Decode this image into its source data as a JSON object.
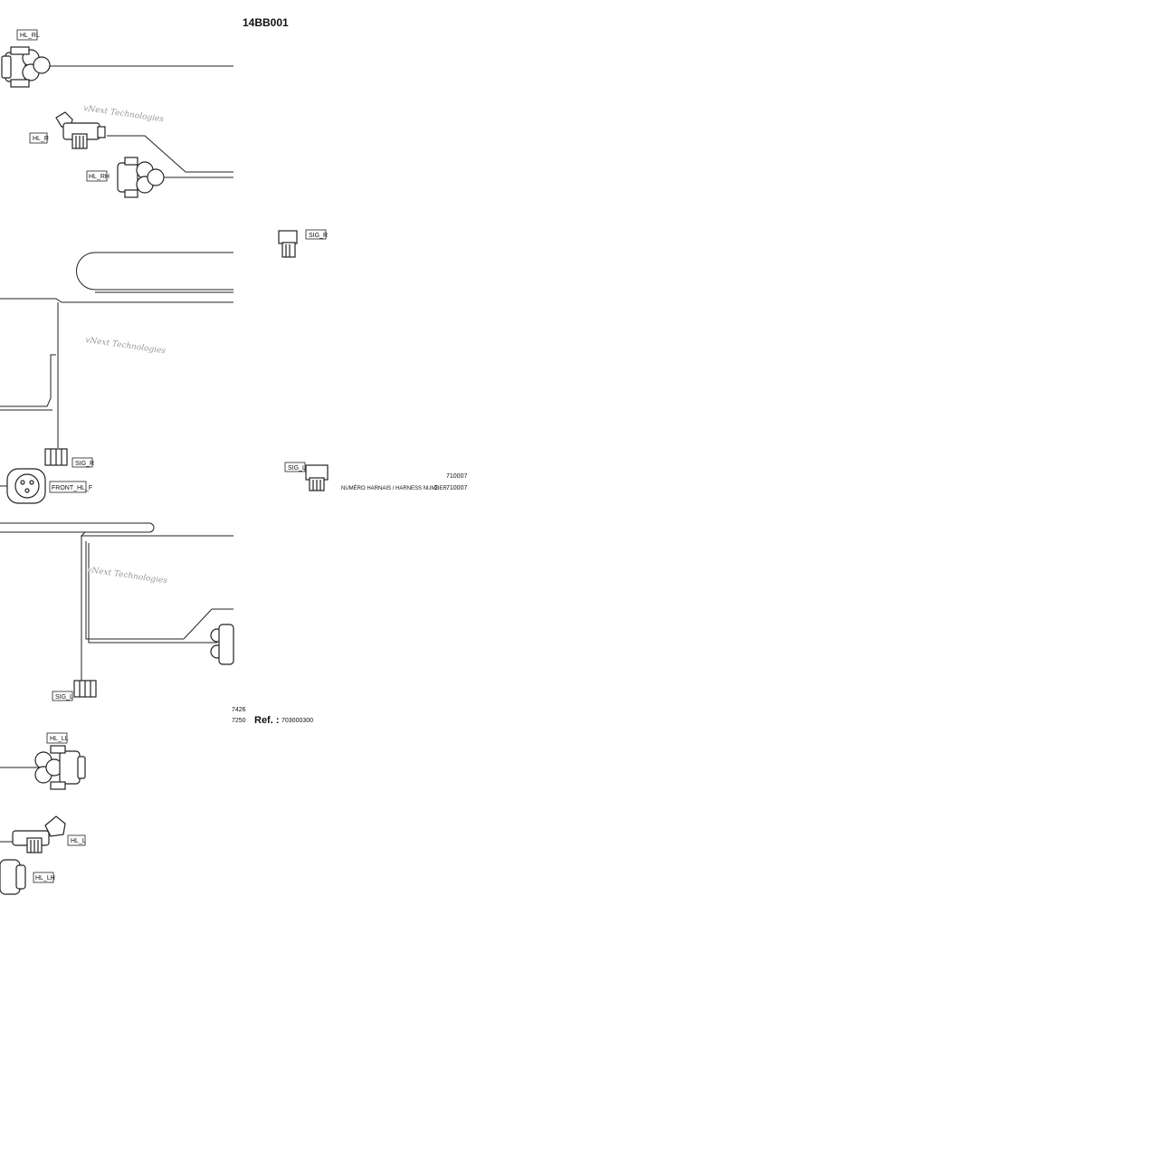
{
  "drawing_code": "14BB001",
  "connectors": {
    "hl_rl": "HL_RL",
    "hl_r": "HL_R",
    "hl_rh": "HL_RH",
    "sig_r_top": "SIG_R",
    "sig_r": "SIG_R",
    "front_hl": "FRONT_HL_F",
    "sig_l_mid": "SIG_L",
    "sig_l": "SIG_L",
    "hl_ll": "HL_LL",
    "hl_l": "HL_L",
    "hl_lh": "HL_LH"
  },
  "watermark": "vNext Technologies",
  "harness": {
    "number_top": "710007",
    "label": "NUMÉRO HARNAIS / HARNESS NUMBER",
    "colon": ":",
    "number": "710007"
  },
  "footer": {
    "code_a": "7426",
    "code_b": "7250",
    "ref_label": "Ref. :",
    "ref_value": "703000300"
  },
  "colors": {
    "line": "#222222",
    "watermark": "#9a9a9a"
  }
}
